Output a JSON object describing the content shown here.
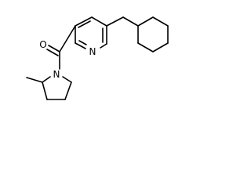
{
  "molecule": {
    "atom_labels": {
      "oxygen": "O",
      "pyridine_nitrogen": "N",
      "pyrrolidine_nitrogen": "N"
    },
    "colors": {
      "background": "#ffffff",
      "bonds": "#000000",
      "labels": "#000000"
    }
  }
}
